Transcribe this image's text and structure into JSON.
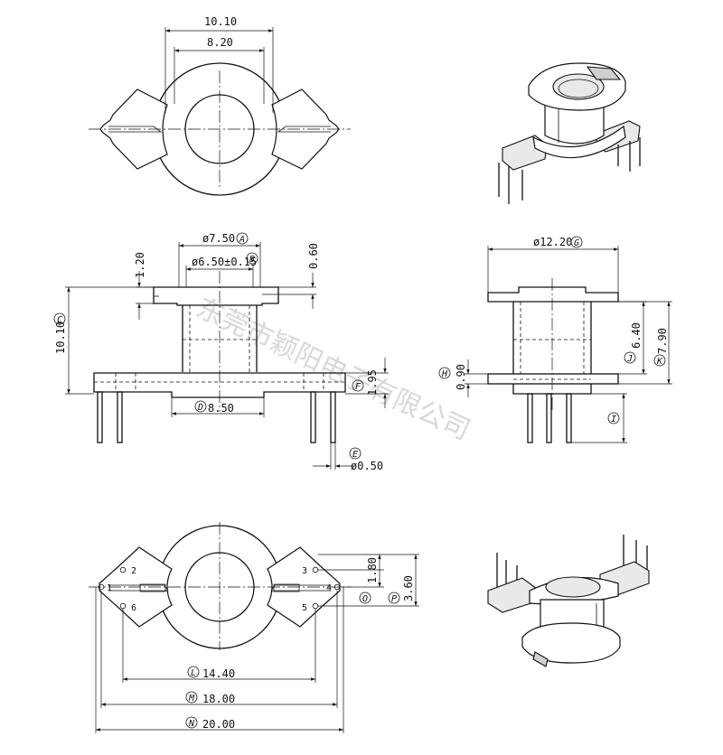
{
  "watermark": "东莞市颖阳电子有限公司",
  "top_view": {
    "dim_outer_width": "10.10",
    "dim_inner_width": "8.20"
  },
  "front_view": {
    "dim_top_diameter": "ø7.50",
    "label_A": "A",
    "dim_inner_diameter": "ø6.50±0.15",
    "label_B": "B",
    "dim_flange_thickness": "1.20",
    "dim_step": "0.60",
    "dim_height": "10.10",
    "label_C": "C",
    "dim_base_center": "8.50",
    "label_D": "D",
    "dim_base_height": "1.95",
    "label_F": "F",
    "dim_pin_diameter": "ø0.50",
    "label_E": "E"
  },
  "side_view": {
    "dim_flange_diameter": "ø12.20",
    "label_G": "G",
    "dim_base_thickness": "0.90",
    "label_H": "H",
    "dim_winding": "6.40",
    "label_J": "J",
    "dim_total": "7.90",
    "label_K": "K",
    "label_I": "I"
  },
  "bottom_view": {
    "pins": [
      "1",
      "2",
      "3",
      "4",
      "5",
      "6"
    ],
    "dim_pin_row_offset": "1.80",
    "label_O": "O",
    "dim_pin_pitch": "3.60",
    "label_P": "P",
    "dim_pin_span": "14.40",
    "label_L": "L",
    "dim_body_width": "18.00",
    "label_M": "M",
    "dim_overall_width": "20.00",
    "label_N": "N"
  }
}
